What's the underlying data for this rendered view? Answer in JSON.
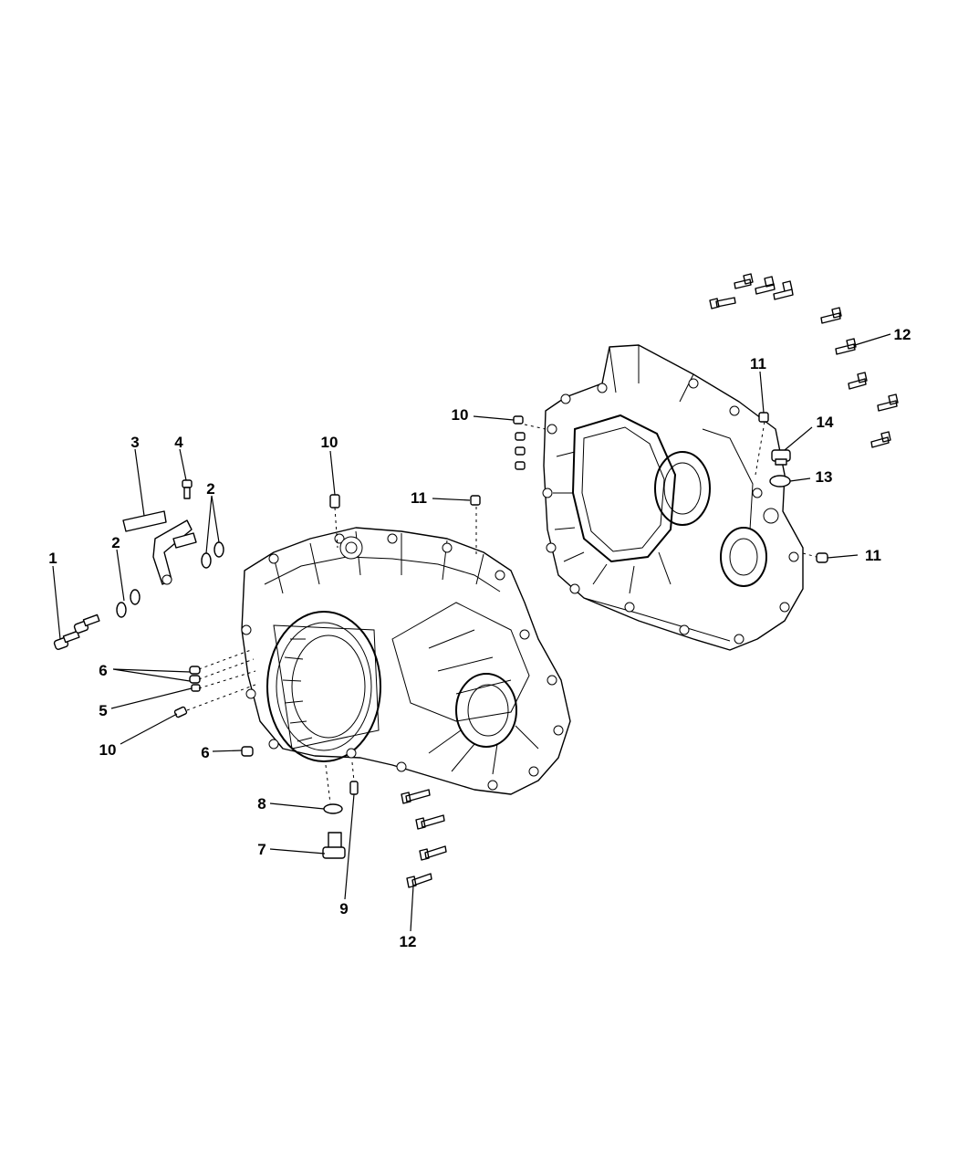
{
  "diagram": {
    "callouts": [
      {
        "id": "c1",
        "text": "1"
      },
      {
        "id": "c2a",
        "text": "2"
      },
      {
        "id": "c2b",
        "text": "2"
      },
      {
        "id": "c3",
        "text": "3"
      },
      {
        "id": "c4",
        "text": "4"
      },
      {
        "id": "c5",
        "text": "5"
      },
      {
        "id": "c6a",
        "text": "6"
      },
      {
        "id": "c6b",
        "text": "6"
      },
      {
        "id": "c7",
        "text": "7"
      },
      {
        "id": "c8",
        "text": "8"
      },
      {
        "id": "c9",
        "text": "9"
      },
      {
        "id": "c10a",
        "text": "10"
      },
      {
        "id": "c10b",
        "text": "10"
      },
      {
        "id": "c10c",
        "text": "10"
      },
      {
        "id": "c11a",
        "text": "11"
      },
      {
        "id": "c11b",
        "text": "11"
      },
      {
        "id": "c11c",
        "text": "11"
      },
      {
        "id": "c12a",
        "text": "12"
      },
      {
        "id": "c12b",
        "text": "12"
      },
      {
        "id": "c13",
        "text": "13"
      },
      {
        "id": "c14",
        "text": "14"
      }
    ]
  }
}
